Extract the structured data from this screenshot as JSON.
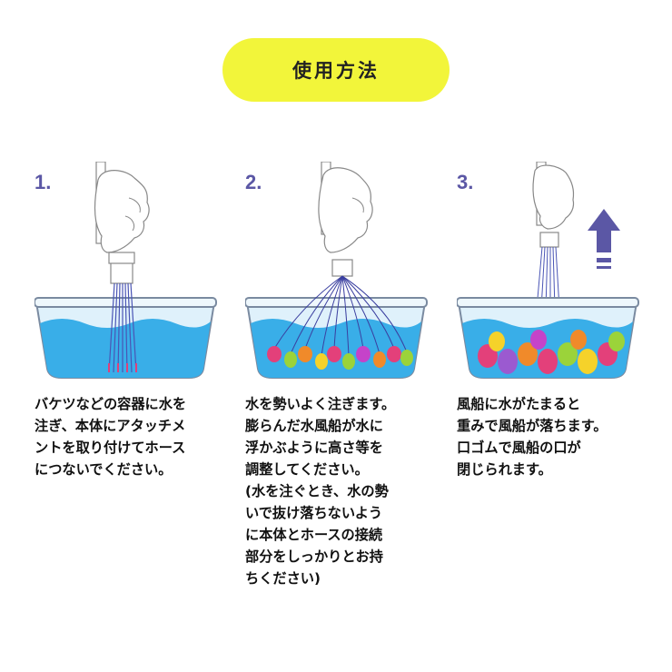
{
  "title": "使用方法",
  "colors": {
    "title_bg": "#f2f53a",
    "step_number": "#5b57a5",
    "water": "#39aee8",
    "arrow": "#5b57a5"
  },
  "steps": [
    {
      "number": "1.",
      "icon": "hand-hose-in-bucket",
      "lines": [
        "バケツなどの容器に水を",
        "注ぎ、本体にアタッチメ",
        "ントを取り付けてホース",
        "につないでください。"
      ]
    },
    {
      "number": "2.",
      "icon": "balloons-filling",
      "lines": [
        "水を勢いよく注ぎます。",
        "膨らんだ水風船が水に",
        "浮かぶように高さ等を",
        "調整してください。",
        "(水を注ぐとき、水の勢",
        "いで抜け落ちないよう",
        "に本体とホースの接続",
        "部分をしっかりとお持",
        "ちください)"
      ]
    },
    {
      "number": "3.",
      "icon": "balloons-released",
      "lines": [
        "風船に水がたまると",
        "重みで風船が落ちます。",
        "口ゴムで風船の口が",
        "閉じられます。"
      ]
    }
  ]
}
